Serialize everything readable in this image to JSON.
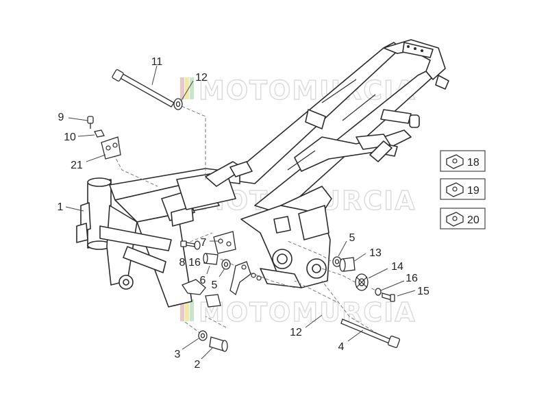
{
  "watermark": {
    "text": "MOTOMURCIA",
    "colors": [
      "#e8c7c7",
      "#f3e7a8",
      "#c9e6c9",
      "#d6d6d6"
    ]
  },
  "labels": {
    "l1": "1",
    "l2": "2",
    "l3": "3",
    "l4": "4",
    "l5a": "5",
    "l5b": "5",
    "l6": "6",
    "l7": "7",
    "l8": "8",
    "l9": "9",
    "l10": "10",
    "l11": "11",
    "l12a": "12",
    "l12b": "12",
    "l13": "13",
    "l14": "14",
    "l15": "15",
    "l16a": "16",
    "l16b": "16",
    "l21": "21"
  },
  "kits": [
    {
      "number": "18",
      "icon": "clip-nut-icon"
    },
    {
      "number": "19",
      "icon": "clip-nut-icon"
    },
    {
      "number": "20",
      "icon": "clip-nut-icon"
    }
  ]
}
